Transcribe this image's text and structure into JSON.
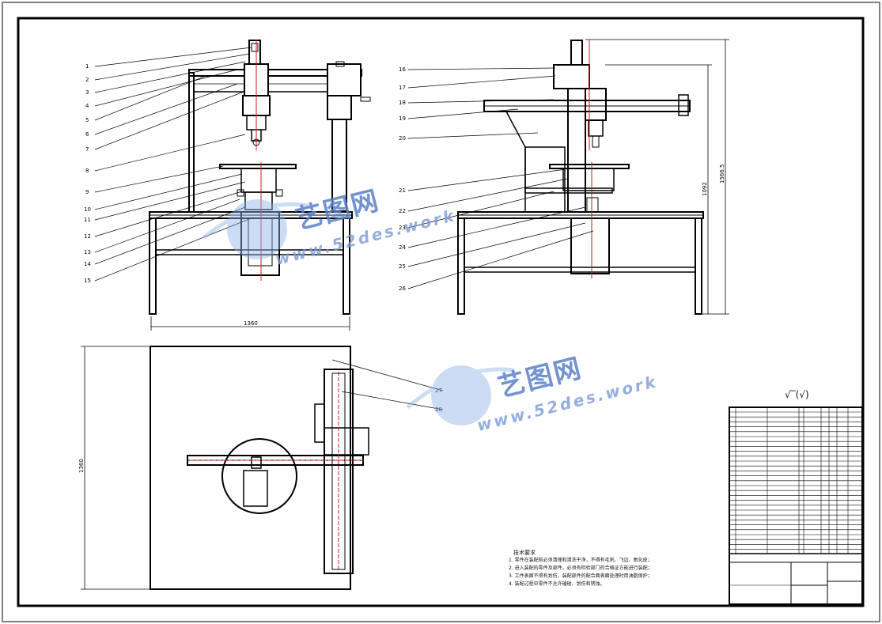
{
  "part_labels": [
    "1",
    "2",
    "3",
    "4",
    "5",
    "6",
    "7",
    "8",
    "9",
    "10",
    "11",
    "12",
    "13",
    "14",
    "15",
    "16",
    "17",
    "18",
    "19",
    "20",
    "21",
    "22",
    "23",
    "24",
    "25",
    "26",
    "27",
    "28"
  ],
  "dimensions": {
    "front_width": "1360",
    "side_height_inner": "1092",
    "side_height_outer": "1566.5",
    "plan_height": "1360"
  },
  "technical_requirements": {
    "title": "技术要求",
    "items": [
      "1. 零件在装配前必须清理和清洗干净，不得有毛刺、飞边、氧化皮；",
      "2. 进入装配的零件及部件，必须有检验部门的合格证方能进行装配；",
      "3. 工件表面不得有划伤，装配部件的配合面表面处理时用油脂保护；",
      "4. 装配过程中零件不允许磕碰、划伤和锈蚀。"
    ]
  },
  "roughness_symbol": "√‾(√)",
  "watermark": {
    "brand": "艺图网",
    "url": "www.52des.work"
  },
  "colors": {
    "line": "#000000",
    "center": "#d11a1a",
    "watermark": "#5b7fc8"
  }
}
